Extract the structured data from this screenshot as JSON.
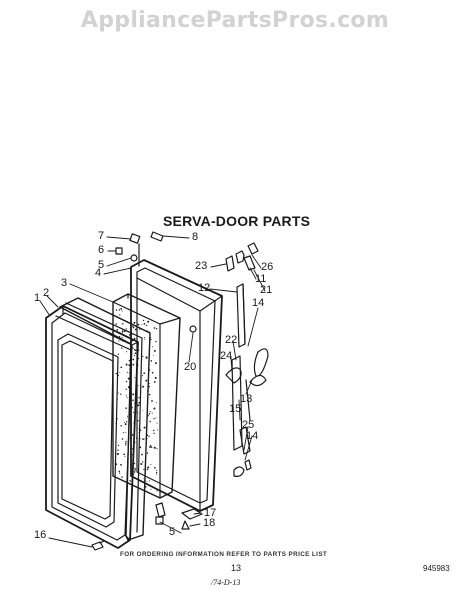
{
  "watermark": "AppliancePartsPros.com",
  "title": "SERVA-DOOR PARTS",
  "callouts": {
    "n1": "1",
    "n2": "2",
    "n3": "3",
    "n4": "4",
    "n5a": "5",
    "n5b": "5",
    "n6": "6",
    "n7": "7",
    "n8": "8",
    "n11": "11",
    "n12": "12",
    "n13a": "13",
    "n14a": "14",
    "n14b": "14",
    "n15": "15",
    "n16": "16",
    "n17": "17",
    "n18": "18",
    "n20": "20",
    "n21": "21",
    "n22": "22",
    "n23": "23",
    "n24": "24",
    "n25": "25",
    "n26": "26"
  },
  "footer": {
    "ordering_note": "FOR ORDERING INFORMATION REFER TO PARTS PRICE LIST",
    "page_number": "13",
    "doc_code": "945983",
    "handwritten": "/74-D-13"
  },
  "colors": {
    "ink": "#1a1a1a",
    "watermark": "#d2d2d2",
    "paper": "#ffffff"
  }
}
